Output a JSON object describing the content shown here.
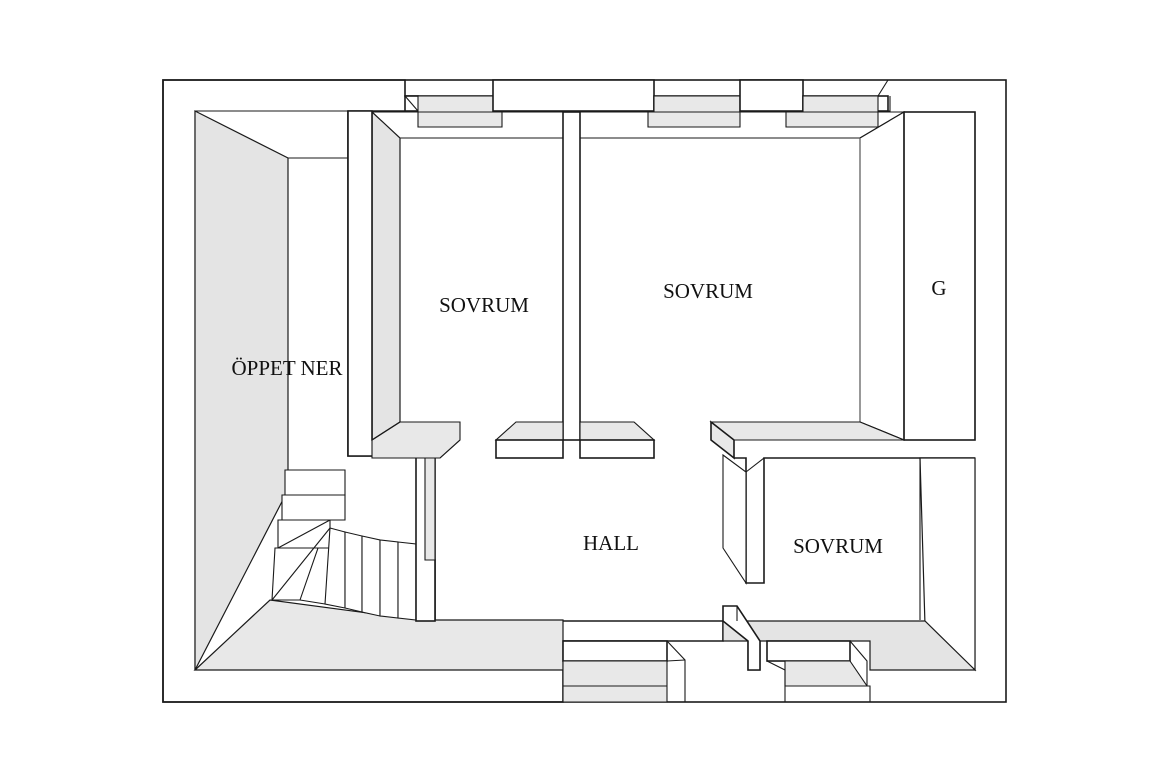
{
  "plan": {
    "rooms": [
      {
        "id": "bedroom-1",
        "label": "SOVRUM"
      },
      {
        "id": "bedroom-2",
        "label": "SOVRUM"
      },
      {
        "id": "wardrobe",
        "label": "G"
      },
      {
        "id": "open-below",
        "label": "ÖPPET NER"
      },
      {
        "id": "hall",
        "label": "HALL"
      },
      {
        "id": "bedroom-3",
        "label": "SOVRUM"
      }
    ]
  },
  "colors": {
    "line": "#1a1a1a",
    "shade": "#e4e4e4",
    "background": "#ffffff"
  }
}
